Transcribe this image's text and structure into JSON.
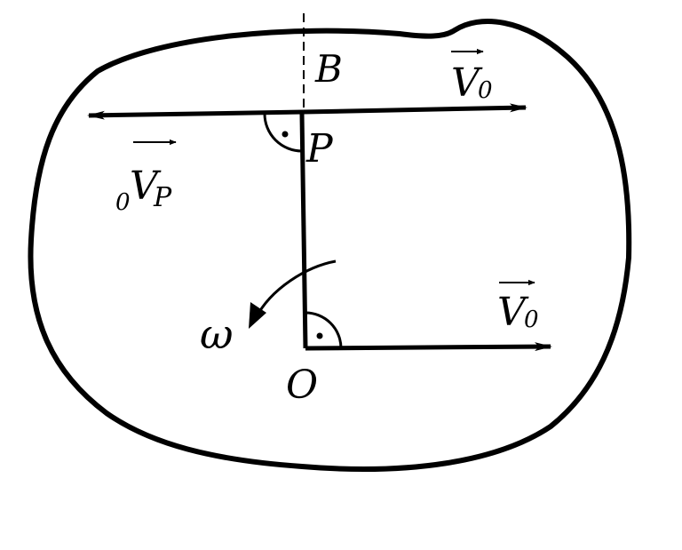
{
  "labels": {
    "point_b": "B",
    "point_p": "P",
    "point_o": "O",
    "v_o_top": "V",
    "v_o_top_sub": "0",
    "v_p": "V",
    "v_p_pre": "0",
    "v_p_sub": "P",
    "v_o_bottom": "V",
    "v_o_bottom_sub": "0",
    "omega": "ω"
  },
  "colors": {
    "ink": "#000000",
    "background": "#ffffff"
  }
}
